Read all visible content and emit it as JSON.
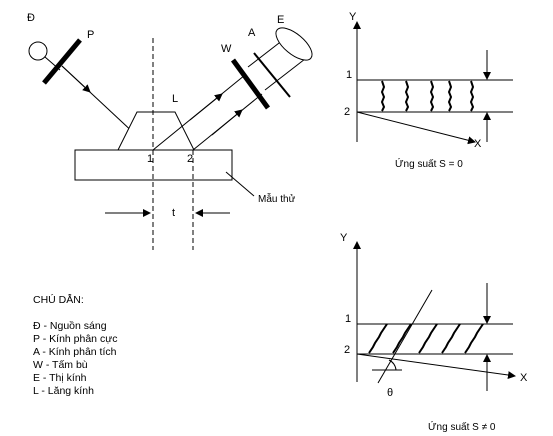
{
  "setup": {
    "source_label": "Đ",
    "polarizer_label": "P",
    "compensator_label": "W",
    "analyzer_label": "A",
    "eyepiece_label": "E",
    "prism_label": "L",
    "point1_label": "1",
    "point2_label": "2",
    "distance_label": "t",
    "specimen_label": "Mẫu thử"
  },
  "graph_top": {
    "y_axis_label": "Y",
    "x_axis_label": "X",
    "line1_label": "1",
    "line2_label": "2",
    "caption": "Ứng suất S = 0"
  },
  "graph_bottom": {
    "y_axis_label": "Y",
    "x_axis_label": "X",
    "line1_label": "1",
    "line2_label": "2",
    "angle_label": "θ",
    "caption": "Ứng suất S ≠ 0"
  },
  "legend": {
    "title": "CHÚ DẪN:",
    "items": [
      "Đ - Nguồn sáng",
      "P - Kính phân cực",
      "A - Kính phân tích",
      "W - Tấm bù",
      "E - Thị kính",
      "L - Lăng kính"
    ]
  }
}
